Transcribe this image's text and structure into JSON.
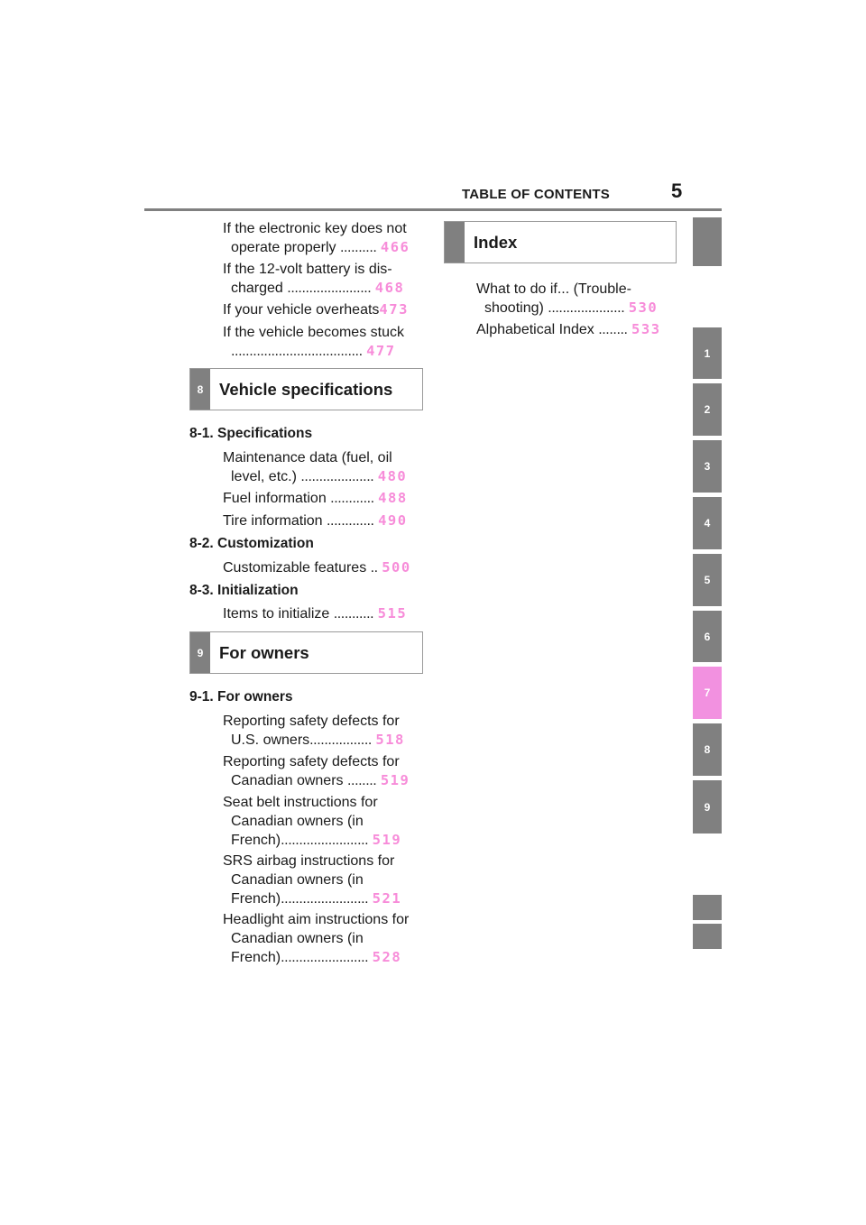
{
  "header": {
    "title": "TABLE OF CONTENTS",
    "page_number": "5"
  },
  "col1": {
    "top_entries": [
      {
        "l1": "If the electronic key does not",
        "l2": "operate properly",
        "dots": "..........",
        "page": "466"
      },
      {
        "l1": "If the 12-volt battery is dis-",
        "l2": "charged",
        "dots": ".......................",
        "page": "468"
      },
      {
        "l1": "If your vehicle overheats",
        "page": "473"
      },
      {
        "l1": "If the vehicle becomes stuck",
        "l2": "",
        "dots": "....................................",
        "page": "477"
      }
    ],
    "ch8": {
      "number": "8",
      "title": "Vehicle specifications",
      "s1": {
        "title": "8-1.  Specifications",
        "entries": [
          {
            "l1": "Maintenance data (fuel, oil",
            "l2": "level, etc.)",
            "dots": "....................",
            "page": "480"
          },
          {
            "l1": "Fuel information",
            "dots": "............",
            "page": "488"
          },
          {
            "l1": "Tire information",
            "dots": ".............",
            "page": "490"
          }
        ]
      },
      "s2": {
        "title": "8-2.  Customization",
        "entries": [
          {
            "l1": "Customizable features",
            "dots": "..",
            "page": "500"
          }
        ]
      },
      "s3": {
        "title": "8-3.  Initialization",
        "entries": [
          {
            "l1": "Items to initialize",
            "dots": "...........",
            "page": "515"
          }
        ]
      }
    },
    "ch9": {
      "number": "9",
      "title": "For owners",
      "s1": {
        "title": "9-1.  For owners",
        "entries": [
          {
            "l1": "Reporting safety defects for",
            "l2": "U.S. owners",
            "dots": ".................",
            "page": "518"
          },
          {
            "l1": "Reporting safety defects for",
            "l2": "Canadian owners",
            "dots": "........",
            "page": "519"
          },
          {
            "l1": "Seat belt instructions for",
            "l2": "Canadian owners (in",
            "l3": "French)",
            "dots": "........................",
            "page": "519"
          },
          {
            "l1": "SRS airbag instructions for",
            "l2": "Canadian owners (in",
            "l3": "French)",
            "dots": "........................",
            "page": "521"
          },
          {
            "l1": "Headlight aim instructions for",
            "l2": "Canadian owners (in",
            "l3": "French)",
            "dots": "........................",
            "page": "528"
          }
        ]
      }
    }
  },
  "col2": {
    "index": {
      "title": "Index"
    },
    "entries": [
      {
        "l1": "What to do if... (Trouble-",
        "l2": "shooting)",
        "dots": ".....................",
        "page": "530"
      },
      {
        "l1": "Alphabetical Index",
        "dots": "........",
        "page": "533"
      }
    ]
  },
  "tabs": [
    "1",
    "2",
    "3",
    "4",
    "5",
    "6",
    "7",
    "8",
    "9"
  ],
  "active_tab": "7",
  "colors": {
    "accent": "#f291e0",
    "page_number": "#f78cd9",
    "tab_gray": "#808080"
  }
}
